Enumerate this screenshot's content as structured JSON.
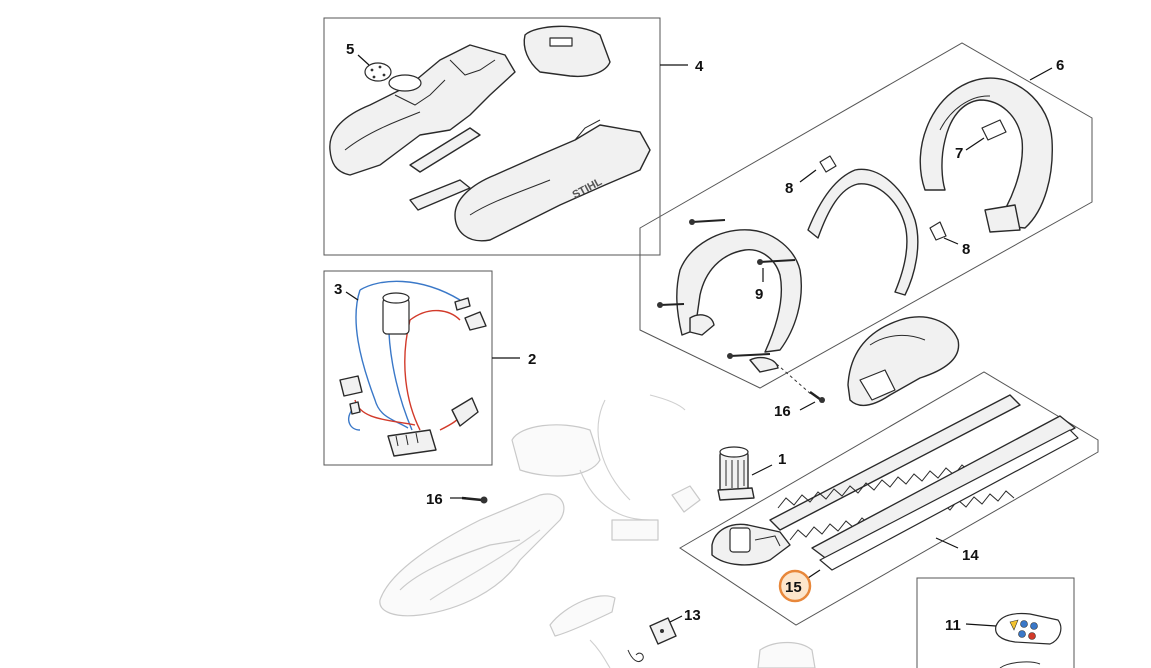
{
  "callouts": {
    "c1": "1",
    "c2": "2",
    "c3": "3",
    "c4": "4",
    "c5": "5",
    "c6": "6",
    "c7": "7",
    "c8a": "8",
    "c8b": "8",
    "c9": "9",
    "c11": "11",
    "c13": "13",
    "c14": "14",
    "c15": "15",
    "c16a": "16",
    "c16b": "16"
  },
  "highlighted_callout": "15",
  "colors": {
    "highlight_stroke": "#e8873a",
    "highlight_fill": "#fde6cc",
    "wire_blue": "#3a78c8",
    "wire_red": "#d23a2a",
    "frame": "#555555",
    "ghost": "#c9c9c9"
  },
  "logo": "STIHL"
}
